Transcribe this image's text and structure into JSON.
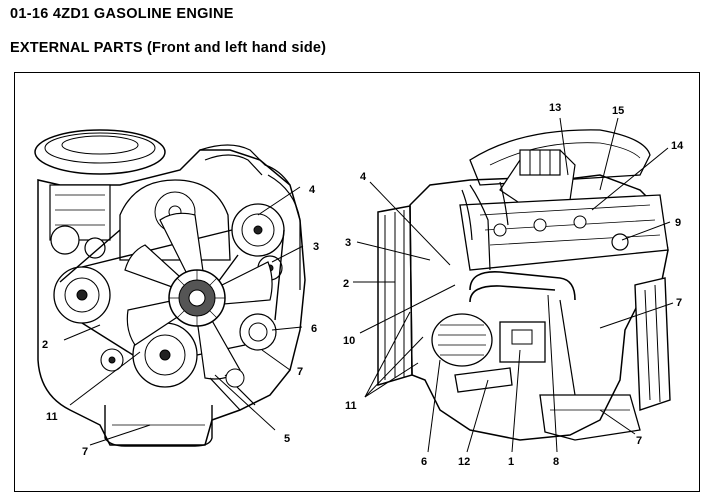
{
  "header": {
    "section": "01-16  4ZD1 GASOLINE ENGINE",
    "title": "EXTERNAL PARTS (Front and left hand side)"
  },
  "front_view": {
    "callouts": {
      "c2": "2",
      "c3": "3",
      "c4": "4",
      "c5": "5",
      "c6": "6",
      "c7a": "7",
      "c7b": "7",
      "c11": "11"
    }
  },
  "side_view": {
    "callouts": {
      "c1": "1",
      "c2": "2",
      "c3": "3",
      "c4": "4",
      "c6": "6",
      "c7a": "7",
      "c7b": "7",
      "c8": "8",
      "c9": "9",
      "c10": "10",
      "c11": "11",
      "c12": "12",
      "c13": "13",
      "c14": "14",
      "c15": "15"
    }
  }
}
